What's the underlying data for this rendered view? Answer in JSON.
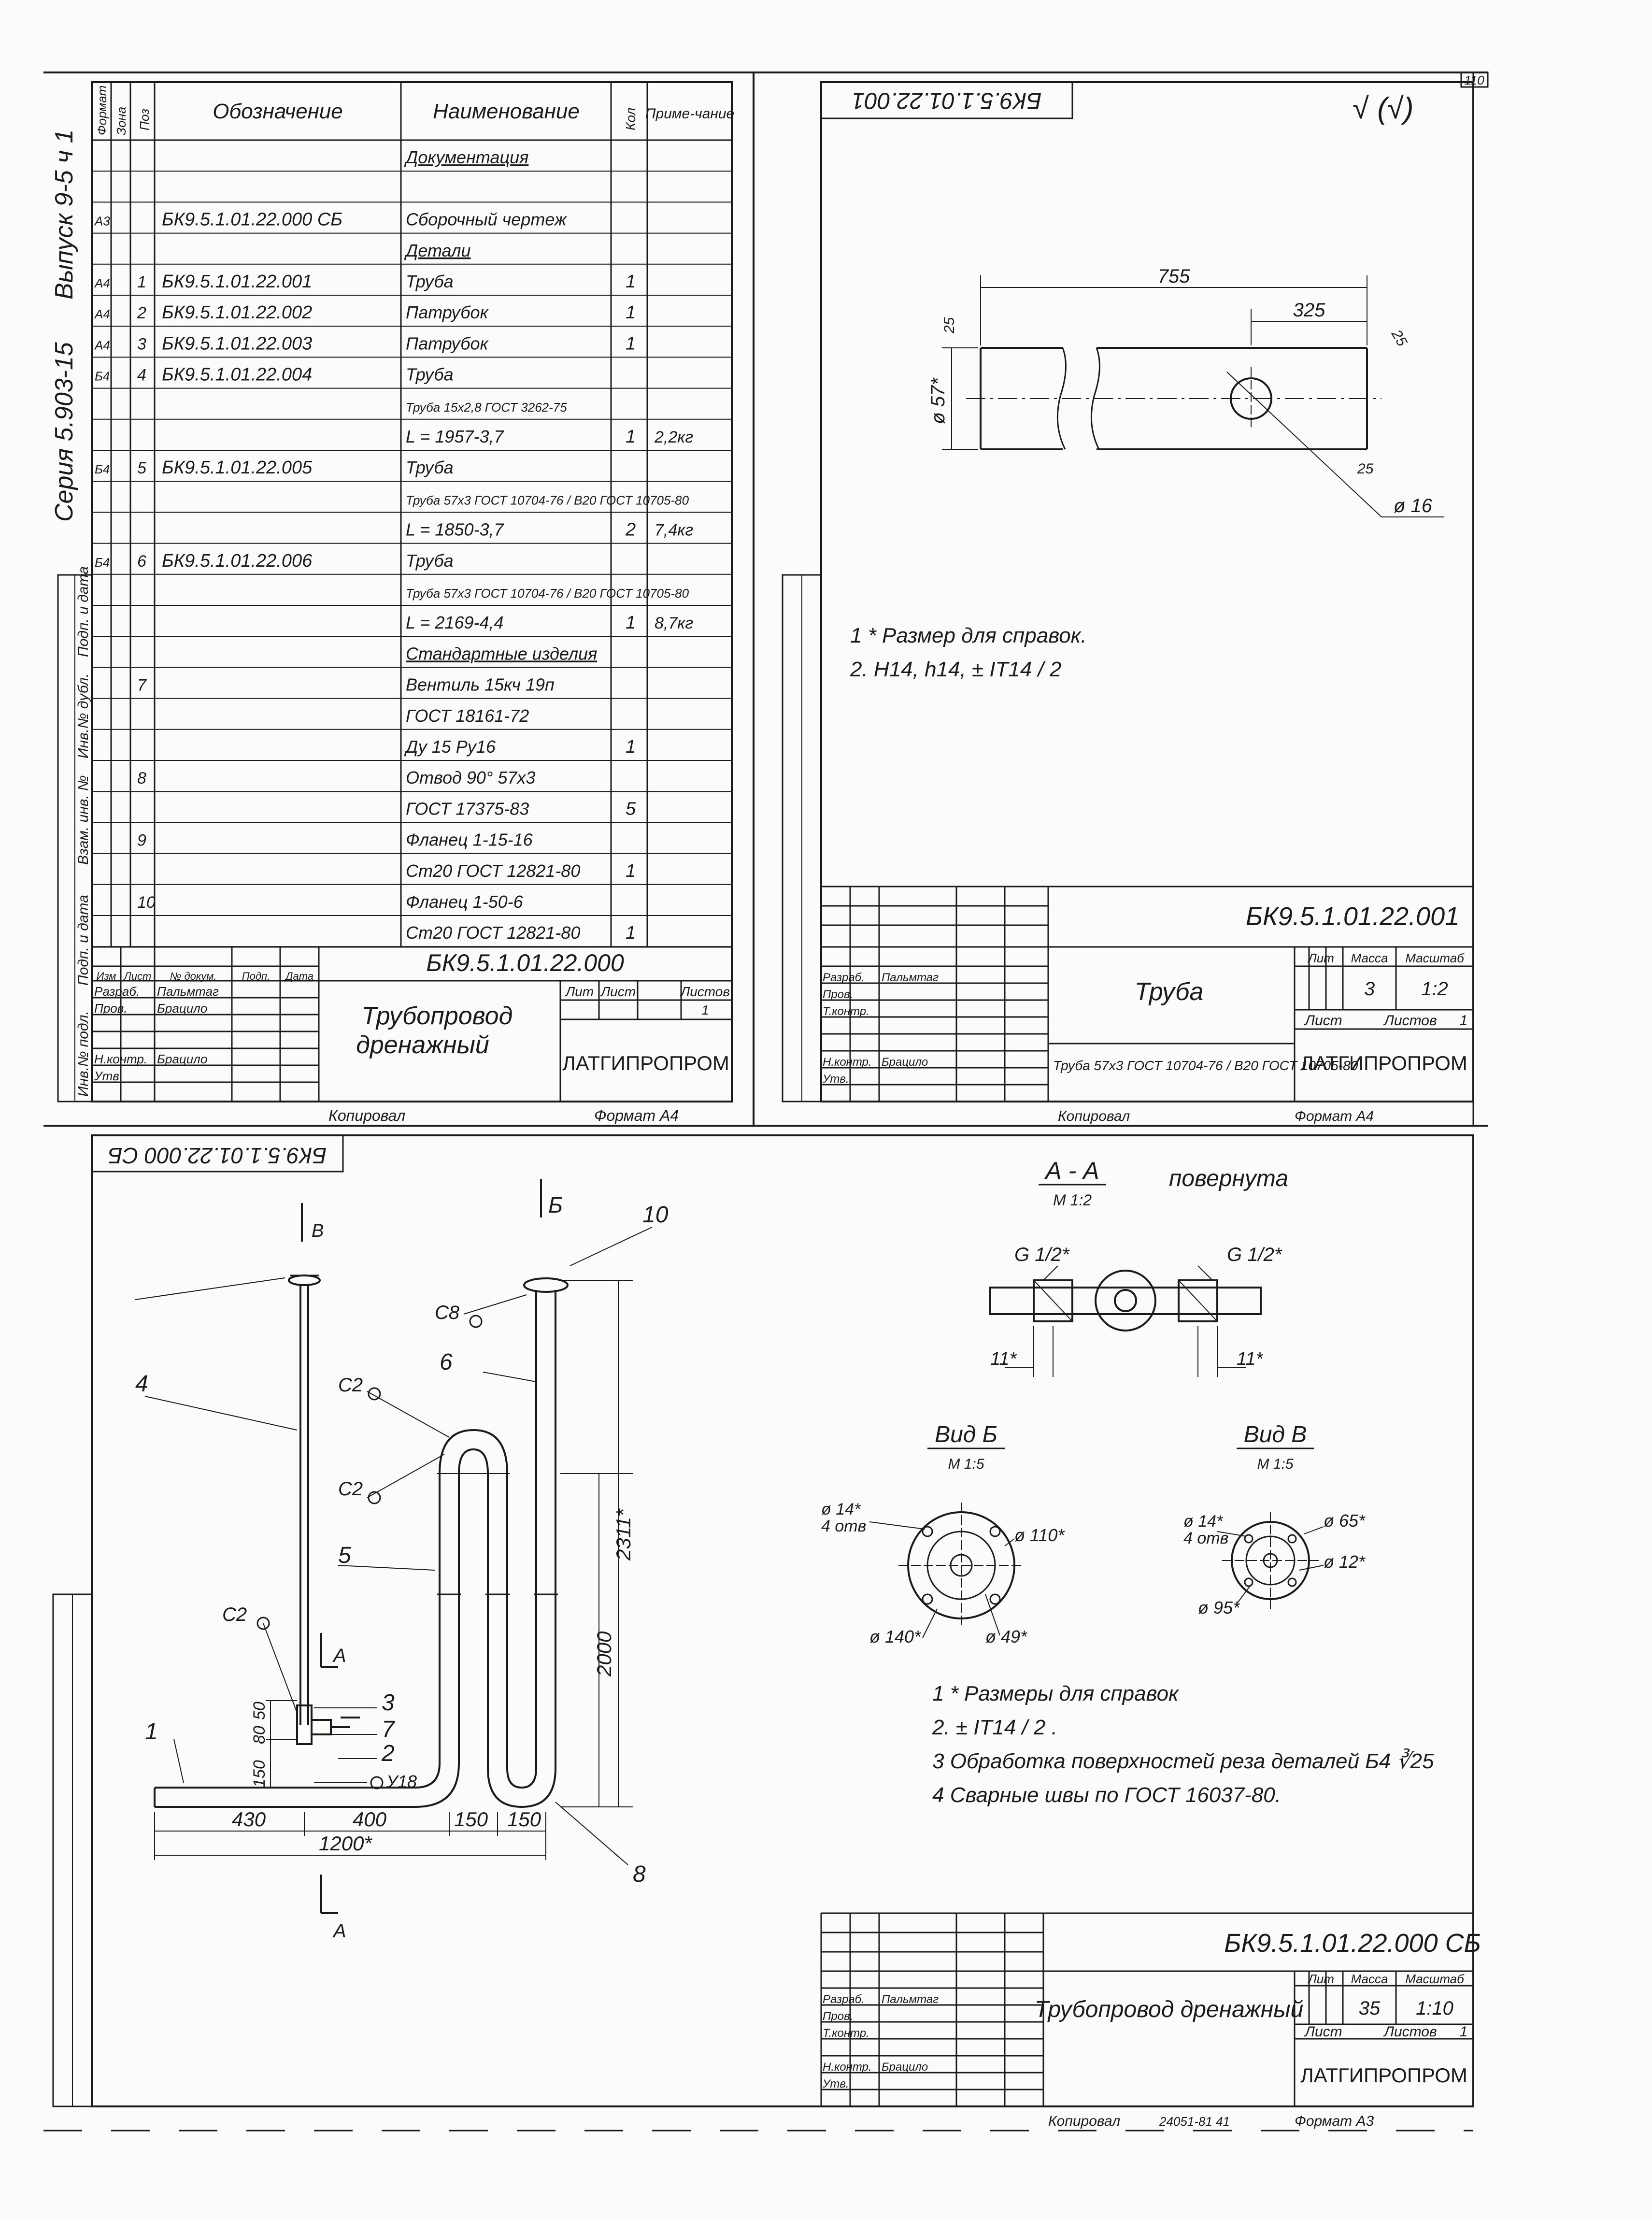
{
  "sheet": {
    "page_number": "110"
  },
  "spec": {
    "vertical_series": "Серия  5.903-15",
    "vertical_issue": "Выпуск  9-5 ч 1",
    "header": {
      "format": "Формат",
      "zone": "Зона",
      "pos": "Поз",
      "designation": "Обозначение",
      "name": "Наименование",
      "qty": "Кол",
      "note": "Приме-чание"
    },
    "rows": [
      {
        "fmt": "",
        "pos": "",
        "designation": "",
        "name": "Документация",
        "qty": "",
        "note": ""
      },
      {
        "fmt": "",
        "pos": "",
        "designation": "",
        "name": "",
        "qty": "",
        "note": ""
      },
      {
        "fmt": "А3",
        "pos": "",
        "designation": "БК9.5.1.01.22.000 СБ",
        "name": "Сборочный чертеж",
        "qty": "",
        "note": ""
      },
      {
        "fmt": "",
        "pos": "",
        "designation": "",
        "name": "Детали",
        "qty": "",
        "note": ""
      },
      {
        "fmt": "А4",
        "pos": "1",
        "designation": "БК9.5.1.01.22.001",
        "name": "Труба",
        "qty": "1",
        "note": ""
      },
      {
        "fmt": "А4",
        "pos": "2",
        "designation": "БК9.5.1.01.22.002",
        "name": "Патрубок",
        "qty": "1",
        "note": ""
      },
      {
        "fmt": "А4",
        "pos": "3",
        "designation": "БК9.5.1.01.22.003",
        "name": "Патрубок",
        "qty": "1",
        "note": ""
      },
      {
        "fmt": "Б4",
        "pos": "4",
        "designation": "БК9.5.1.01.22.004",
        "name": "Труба",
        "qty": "",
        "note": ""
      },
      {
        "fmt": "",
        "pos": "",
        "designation": "",
        "name": "Труба 15х2,8 ГОСТ 3262-75",
        "qty": "",
        "note": ""
      },
      {
        "fmt": "",
        "pos": "",
        "designation": "",
        "name": "L = 1957-3,7",
        "qty": "1",
        "note": "2,2кг"
      },
      {
        "fmt": "Б4",
        "pos": "5",
        "designation": "БК9.5.1.01.22.005",
        "name": "Труба",
        "qty": "",
        "note": ""
      },
      {
        "fmt": "",
        "pos": "",
        "designation": "",
        "name": "Труба 57х3 ГОСТ 10704-76 / В20 ГОСТ 10705-80",
        "qty": "",
        "note": ""
      },
      {
        "fmt": "",
        "pos": "",
        "designation": "",
        "name": "L = 1850-3,7",
        "qty": "2",
        "note": "7,4кг"
      },
      {
        "fmt": "Б4",
        "pos": "6",
        "designation": "БК9.5.1.01.22.006",
        "name": "Труба",
        "qty": "",
        "note": ""
      },
      {
        "fmt": "",
        "pos": "",
        "designation": "",
        "name": "Труба 57х3 ГОСТ 10704-76 / В20 ГОСТ 10705-80",
        "qty": "",
        "note": ""
      },
      {
        "fmt": "",
        "pos": "",
        "designation": "",
        "name": "L = 2169-4,4",
        "qty": "1",
        "note": "8,7кг"
      },
      {
        "fmt": "",
        "pos": "",
        "designation": "",
        "name": "Стандартные изделия",
        "qty": "",
        "note": ""
      },
      {
        "fmt": "",
        "pos": "7",
        "designation": "",
        "name": "Вентиль 15кч 19п",
        "qty": "",
        "note": ""
      },
      {
        "fmt": "",
        "pos": "",
        "designation": "",
        "name": "ГОСТ 18161-72",
        "qty": "",
        "note": ""
      },
      {
        "fmt": "",
        "pos": "",
        "designation": "",
        "name": "Ду 15  Ру16",
        "qty": "1",
        "note": ""
      },
      {
        "fmt": "",
        "pos": "8",
        "designation": "",
        "name": "Отвод 90° 57х3",
        "qty": "",
        "note": ""
      },
      {
        "fmt": "",
        "pos": "",
        "designation": "",
        "name": "ГОСТ 17375-83",
        "qty": "5",
        "note": ""
      },
      {
        "fmt": "",
        "pos": "9",
        "designation": "",
        "name": "Фланец 1-15-16",
        "qty": "",
        "note": ""
      },
      {
        "fmt": "",
        "pos": "",
        "designation": "",
        "name": "Ст20 ГОСТ 12821-80",
        "qty": "1",
        "note": ""
      },
      {
        "fmt": "",
        "pos": "10",
        "designation": "",
        "name": "Фланец 1-50-6",
        "qty": "",
        "note": ""
      },
      {
        "fmt": "",
        "pos": "",
        "designation": "",
        "name": "Ст20 ГОСТ 12821-80",
        "qty": "1",
        "note": ""
      }
    ],
    "side_labels": [
      "Инв.№ подл.",
      "Подп. и дата",
      "Взам. инв. №",
      "Инв.№ дубл.",
      "Подп. и дата"
    ],
    "title_block": {
      "code": "БК9.5.1.01.22.000",
      "title": "Трубопровод дренажный",
      "org": "ЛАТГИПРОПРОМ",
      "cols": [
        "Изм",
        "Лист",
        "№ докум.",
        "Подп.",
        "Дата"
      ],
      "roles": [
        "Разраб.",
        "Пров.",
        "Н.контр.",
        "Утв."
      ],
      "people": [
        "Пальмтаг",
        "Брацило",
        "Брацило"
      ],
      "lit": "Лит",
      "sheet": "Лист",
      "sheets": "Листов",
      "sheets_val": "1",
      "copied": "Копировал",
      "format": "Формат А4"
    }
  },
  "detail": {
    "top_code_mirrored": "БК9.5.1.01.22.001",
    "roughness": "√ (√)",
    "dims": {
      "length": "755",
      "offset": "325",
      "dia": "ø 57*",
      "hole": "ø 16",
      "r1": "25",
      "r2": "25",
      "r3": "25"
    },
    "notes": [
      "1  * Размер для справок.",
      "2.  H14, h14, ± IT14 / 2"
    ],
    "title_block": {
      "code": "БК9.5.1.01.22.001",
      "title": "Труба",
      "material": "Труба 57х3 ГОСТ 10704-76 / В20 ГОСТ 10705-80",
      "org": "ЛАТГИПРОПРОМ",
      "lit": "Лит",
      "mass": "Масса",
      "scale": "Масштаб",
      "mass_val": "3",
      "scale_val": "1:2",
      "sheet": "Лист",
      "sheets": "Листов",
      "sheets_val": "1",
      "roles": [
        "Разраб.",
        "Пров.",
        "Т.контр.",
        "Н.контр.",
        "Утв."
      ],
      "people": [
        "Пальмтаг",
        "Брацило"
      ],
      "copied": "Копировал",
      "format": "Формат А4"
    }
  },
  "assembly": {
    "top_code_mirrored": "БК9.5.1.01.22.000 СБ",
    "section_label": "А - А",
    "section_scale": "М 1:2",
    "section_note": "повернута",
    "thread_l": "G 1/2*",
    "thread_r": "G 1/2*",
    "dim_11a": "11*",
    "dim_11b": "11*",
    "view_b": "Вид Б",
    "view_b_scale": "М 1:5",
    "view_v": "Вид В",
    "view_v_scale": "М 1:5",
    "vb": {
      "holes": "ø 14*",
      "holes2": "4 отв",
      "d1": "ø 110*",
      "d2": "ø 140*",
      "d3": "ø 49*"
    },
    "vv": {
      "holes": "ø 14*",
      "holes2": "4 отв",
      "d1": "ø 65*",
      "d2": "ø 12*",
      "d3": "ø 95*"
    },
    "callouts": [
      "1",
      "2",
      "3",
      "4",
      "5",
      "6",
      "7",
      "8",
      "10"
    ],
    "welds": [
      "С8",
      "С2",
      "С2",
      "С2",
      "У18"
    ],
    "arrows": {
      "b": "Б",
      "v": "В",
      "a1": "А",
      "a2": "А"
    },
    "dims": {
      "d430": "430",
      "d400": "400",
      "d150a": "150",
      "d150b": "150",
      "d1200": "1200*",
      "d2311": "2311*",
      "d2000": "2000",
      "d150v": "150",
      "d50": "50",
      "d80": "80"
    },
    "notes": [
      "1   * Размеры для справок",
      "2.   ± IT14 / 2 .",
      "3   Обработка поверхностей реза деталей Б4 ∛25",
      "4   Сварные швы по ГОСТ 16037-80."
    ],
    "title_block": {
      "code": "БК9.5.1.01.22.000 СБ",
      "title": "Трубопровод дренажный",
      "org": "ЛАТГИПРОПРОМ",
      "lit": "Лит",
      "mass": "Масса",
      "scale": "Масштаб",
      "mass_val": "35",
      "scale_val": "1:10",
      "sheet": "Лист",
      "sheets": "Листов",
      "sheets_val": "1",
      "roles": [
        "Разраб.",
        "Пров.",
        "Т.контр.",
        "Н.контр.",
        "Утв."
      ],
      "people": [
        "Пальмтаг",
        "Брацило"
      ],
      "copied": "Копировал",
      "footer_no": "24051-81   41",
      "format": "Формат А3"
    }
  }
}
